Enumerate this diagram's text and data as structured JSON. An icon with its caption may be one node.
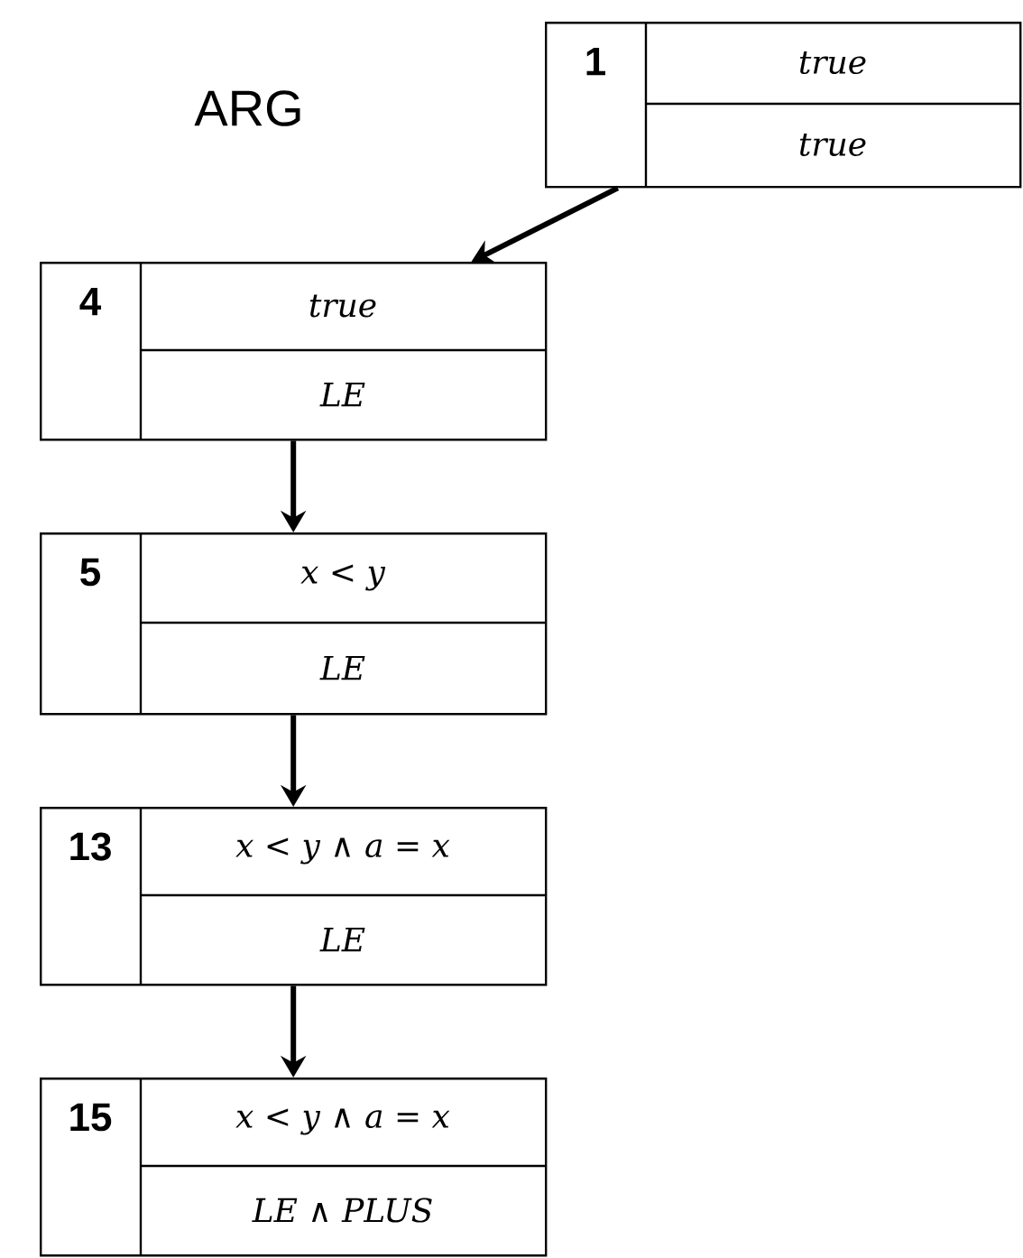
{
  "diagram": {
    "title": "ARG",
    "nodes": [
      {
        "text": [
          "1",
          "true",
          "true"
        ]
      },
      {
        "text": [
          "4",
          "true",
          "LE"
        ]
      },
      {
        "text": [
          "5",
          "x < y",
          "LE"
        ]
      },
      {
        "text": [
          "13",
          "x < y ∧ a = x",
          "LE"
        ]
      },
      {
        "text": [
          "15",
          "x < y ∧ a = x",
          "LE ∧ PLUS"
        ]
      }
    ],
    "edges": [
      {
        "from": 0,
        "to": 1,
        "arrow": "to"
      },
      {
        "from": 1,
        "to": 2,
        "arrow": "to"
      },
      {
        "from": 2,
        "to": 3,
        "arrow": "to"
      },
      {
        "from": 3,
        "to": 4,
        "arrow": "to"
      }
    ]
  }
}
